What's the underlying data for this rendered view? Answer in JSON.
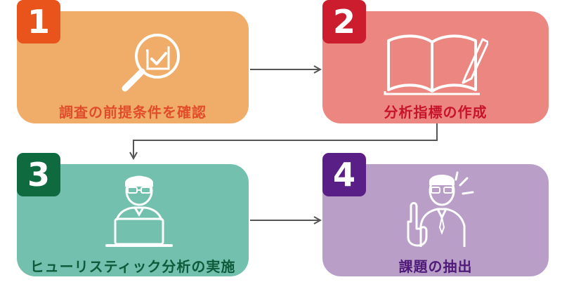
{
  "steps": [
    {
      "number": "1",
      "label": "調査の前提条件を確認",
      "icon": "magnifier-check-icon",
      "box_color": "#f0ad69",
      "badge_color": "#e8541c",
      "label_color": "#e14c2a"
    },
    {
      "number": "2",
      "label": "分析指標の作成",
      "icon": "notebook-pen-icon",
      "box_color": "#ec8680",
      "badge_color": "#cc1d2f",
      "label_color": "#c7142c"
    },
    {
      "number": "3",
      "label": "ヒューリスティック分析の実施",
      "icon": "man-laptop-icon",
      "box_color": "#72c0ad",
      "badge_color": "#0f6a3f",
      "label_color": "#0e5a3a"
    },
    {
      "number": "4",
      "label": "課題の抽出",
      "icon": "man-finger-up-icon",
      "box_color": "#b99fc8",
      "badge_color": "#5a1e87",
      "label_color": "#4f1a78"
    }
  ],
  "arrow_color": "#555555",
  "icon_color": "#ffffff"
}
